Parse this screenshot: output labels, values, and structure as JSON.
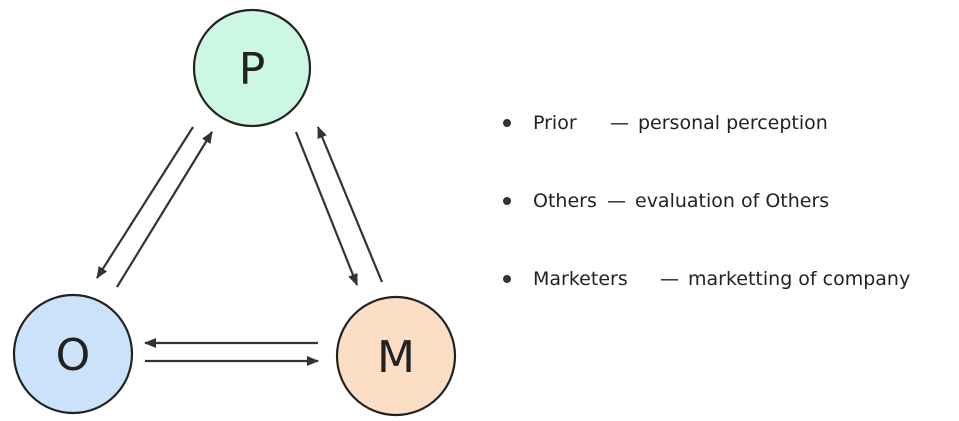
{
  "nodes": {
    "p": {
      "label": "P",
      "color": "#ccf7e2"
    },
    "o": {
      "label": "O",
      "color": "#cce2fb"
    },
    "m": {
      "label": "M",
      "color": "#fcdec5"
    }
  },
  "legend": [
    {
      "term": "Prior",
      "dash": "—",
      "description": "personal perception"
    },
    {
      "term": "Others",
      "dash": "—",
      "description": "evaluation of Others"
    },
    {
      "term": "Marketers",
      "dash": "—",
      "description": "marketting of company"
    }
  ]
}
